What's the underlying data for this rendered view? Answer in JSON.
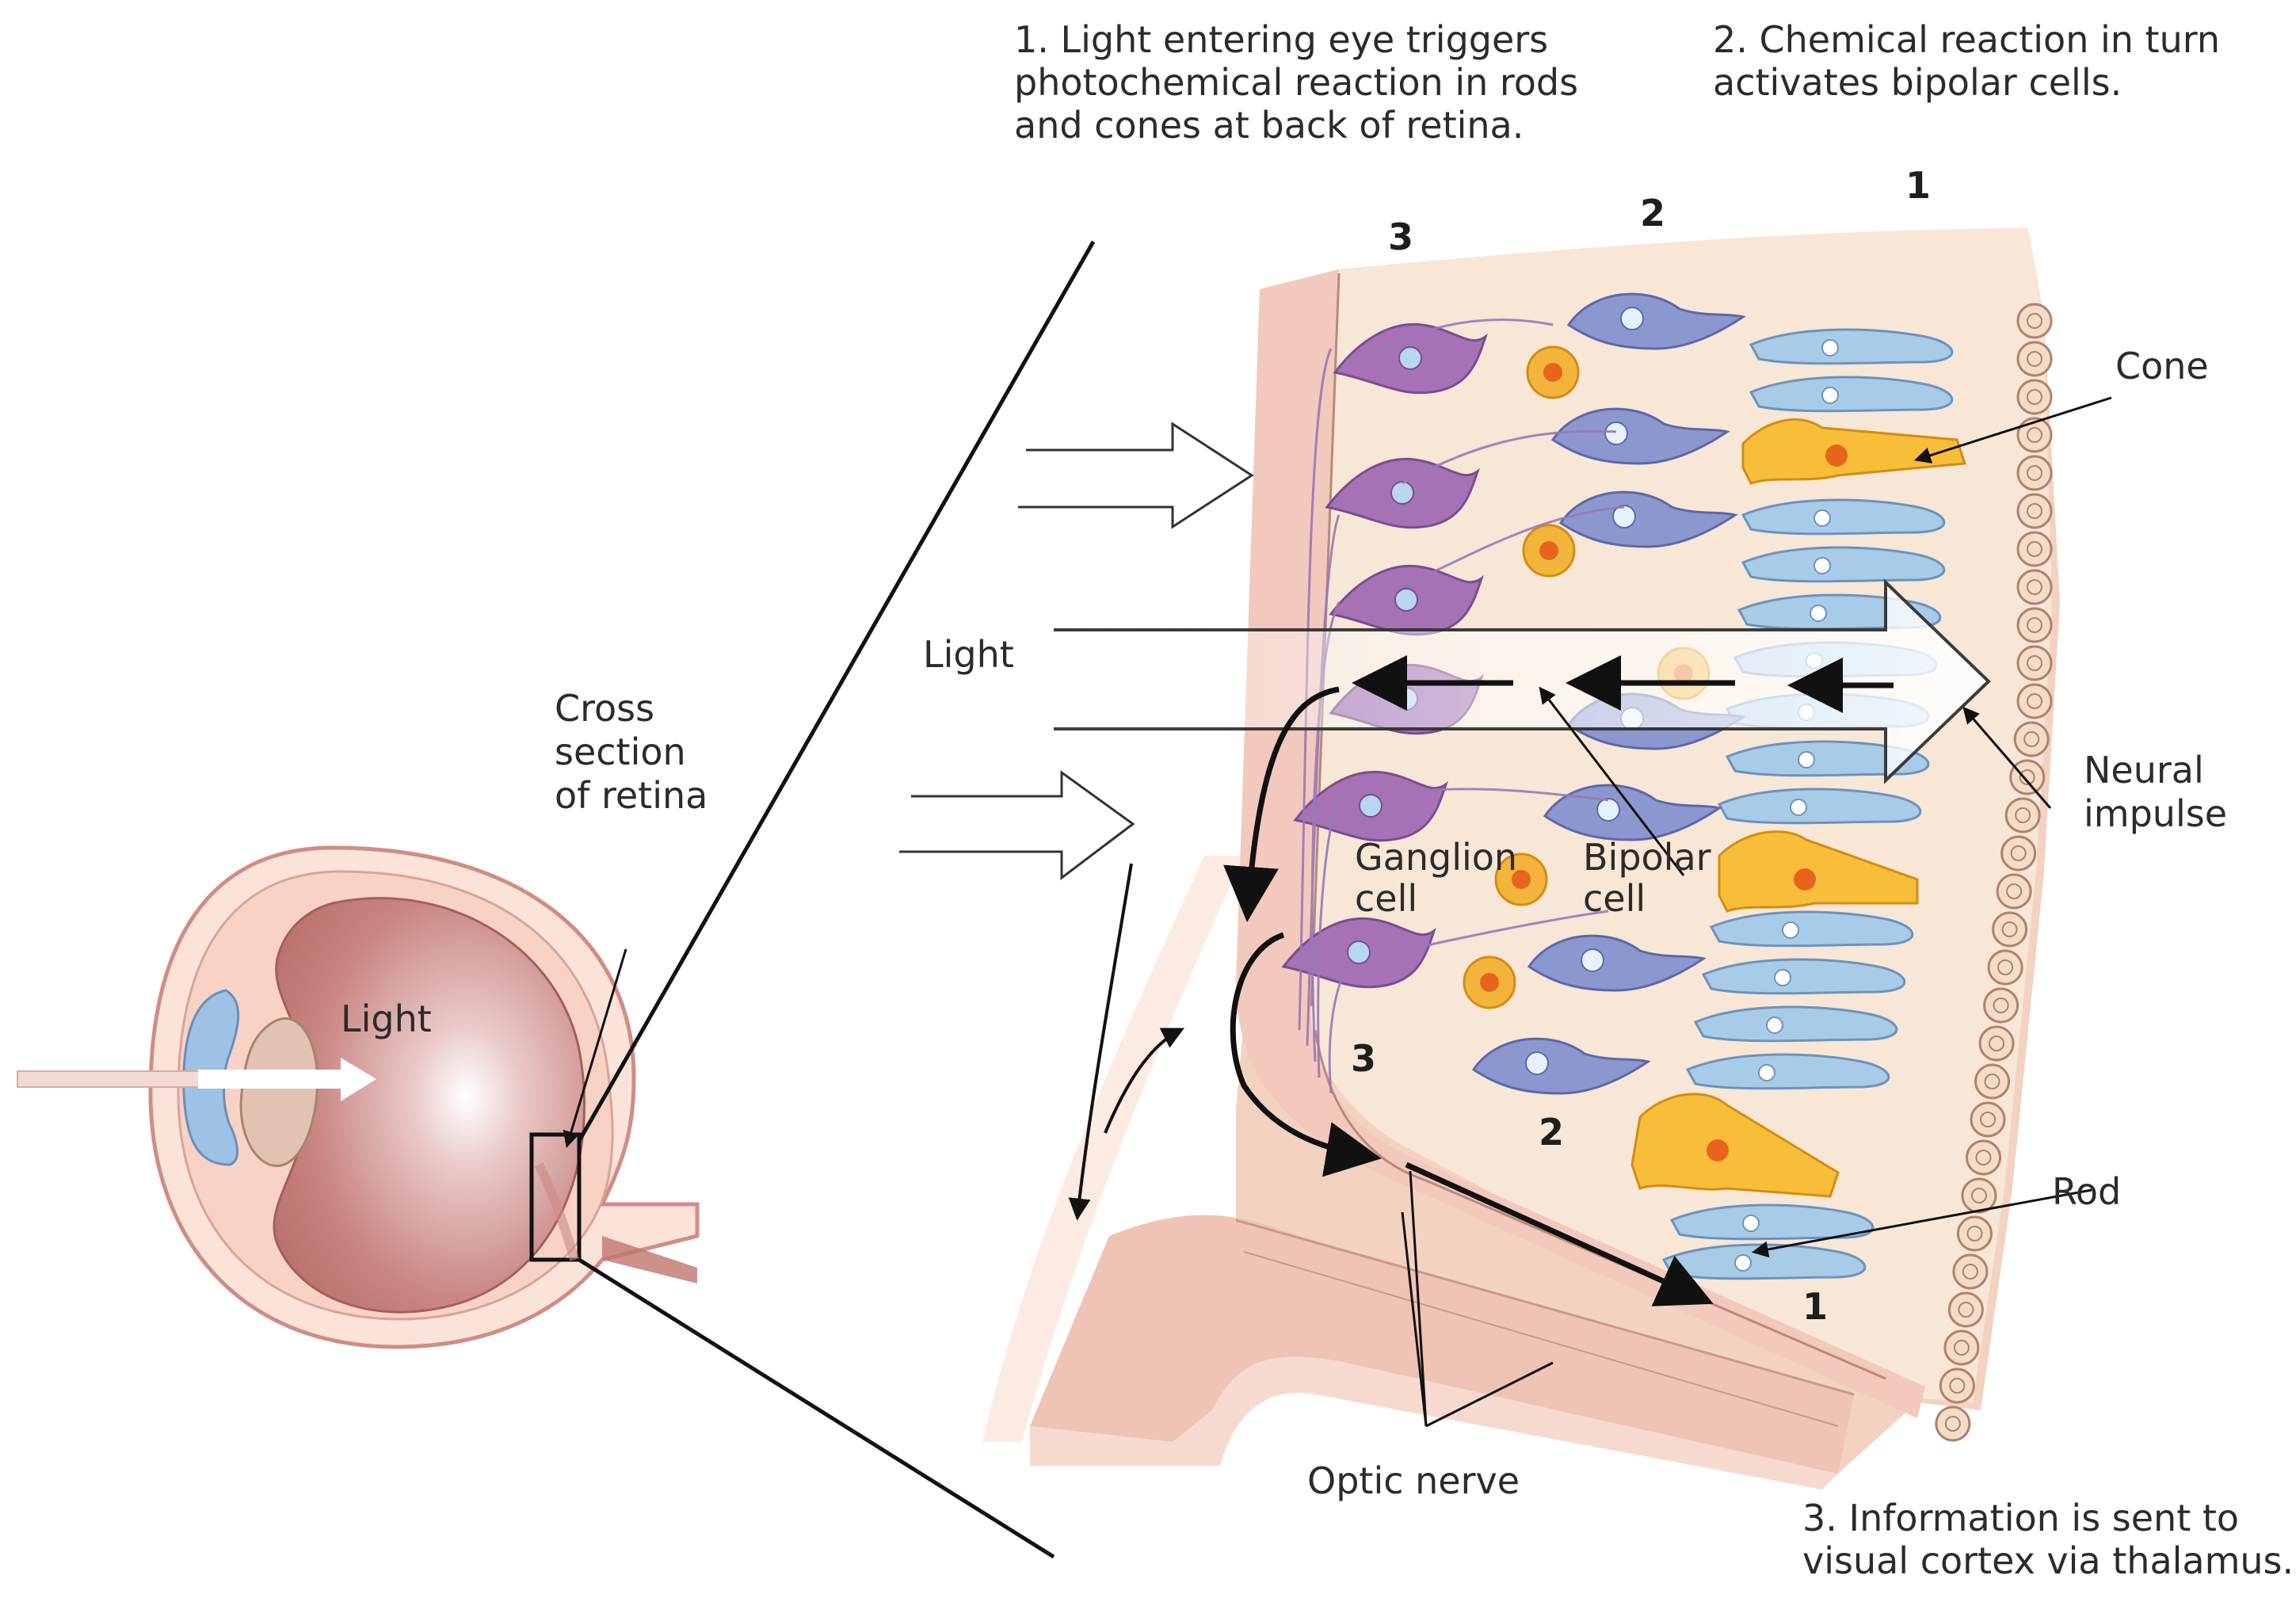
{
  "captions": {
    "step1": [
      "1. Light entering eye triggers",
      "photochemical reaction in rods",
      "and cones at back of retina."
    ],
    "step2": [
      "2. Chemical reaction in turn",
      "activates bipolar cells."
    ],
    "step3": [
      "3. Information is sent to",
      "visual cortex via thalamus."
    ]
  },
  "labels": {
    "light_eye": "Light",
    "light_retina": "Light",
    "cross_section": [
      "Cross",
      "section",
      "of retina"
    ],
    "cone": "Cone",
    "rod": "Rod",
    "neural_impulse": [
      "Neural",
      "impulse"
    ],
    "ganglion_cell": [
      "Ganglion",
      "cell"
    ],
    "bipolar_cell": [
      "Bipolar",
      "cell"
    ],
    "optic_nerve": "Optic nerve"
  },
  "layer_numbers": {
    "top_3": "3",
    "top_2": "2",
    "top_1": "1",
    "bottom_3": "3",
    "bottom_2": "2",
    "bottom_1": "1"
  },
  "colors": {
    "tissue": "#f4d4c6",
    "retina_bg": "#f8e6d8",
    "eyeball": "#c77f7d",
    "rod": "#a8cbe8",
    "cone": "#f8be3a",
    "bipolar": "#8d97cf",
    "ganglion": "#a472b5",
    "horizontal": "#f3b43c",
    "arrow": "#111111"
  }
}
